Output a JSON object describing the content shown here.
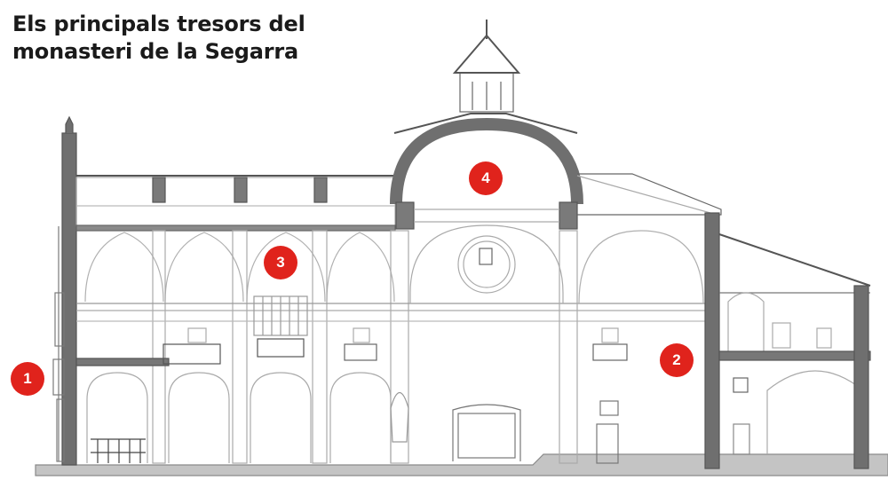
{
  "title": {
    "line1": "Els principals tresors del",
    "line2": "monasteri de la Segarra"
  },
  "markers": [
    {
      "label": "1"
    },
    {
      "label": "2"
    },
    {
      "label": "3"
    },
    {
      "label": "4"
    }
  ],
  "colors": {
    "marker": "#e0231c",
    "wall": "#6b6b6b",
    "line": "#9a9a9a",
    "ground": "#b5b5b5"
  }
}
